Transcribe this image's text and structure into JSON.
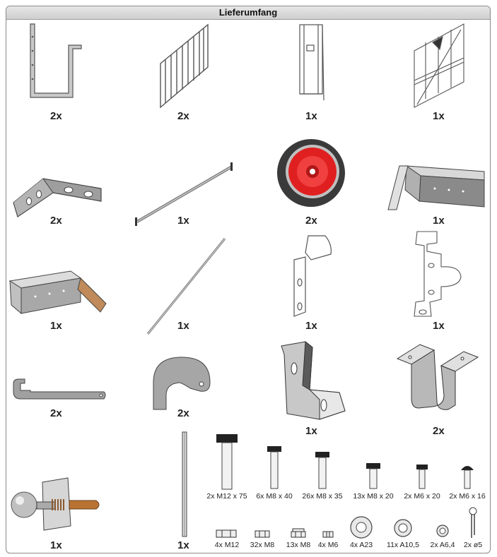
{
  "header": {
    "title": "Lieferumfang"
  },
  "row1": {
    "q1": "2x",
    "q2": "2x",
    "q3": "1x",
    "q4": "1x"
  },
  "row2": {
    "q1": "2x",
    "q2": "1x",
    "q3": "2x",
    "q4": "1x"
  },
  "row3": {
    "q1": "1x",
    "q2": "1x",
    "q3": "1x",
    "q4": "1x"
  },
  "row4": {
    "q1": "2x",
    "q2": "2x",
    "q3": "1x",
    "q4": "2x"
  },
  "row5": {
    "q1": "1x",
    "q2": "1x"
  },
  "bolts": [
    "2x M12 x 75",
    "6x M8 x 40",
    "26x M8 x 35",
    "13x M8 x 20",
    "2x M6 x 20",
    "2x M6 x 16"
  ],
  "nuts": [
    "4x M12",
    "32x M8",
    "13x M8",
    "4x M6",
    "4x A23",
    "11x A10,5",
    "2x A6,4",
    "2x ø5"
  ],
  "colors": {
    "metal": "#b8b8b8",
    "wheel_hub": "#e02020",
    "tire": "#3a3a3a",
    "brass": "#b87333"
  }
}
